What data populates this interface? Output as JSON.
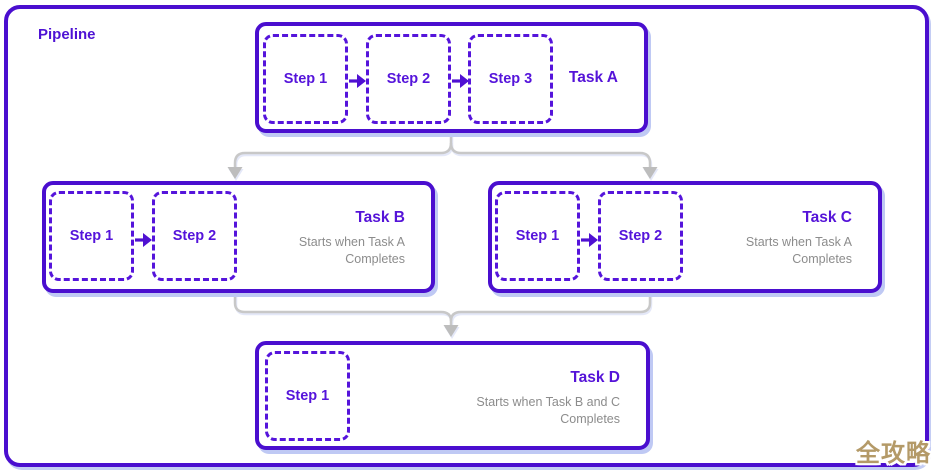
{
  "diagram": {
    "title": "Pipeline",
    "type": "pipeline-flowchart",
    "tasks": [
      {
        "label": "Task A",
        "steps": [
          "Step 1",
          "Step 2",
          "Step 3"
        ],
        "subtitle": []
      },
      {
        "label": "Task B",
        "steps": [
          "Step 1",
          "Step 2"
        ],
        "subtitle": [
          "Starts when Task A",
          "Completes"
        ]
      },
      {
        "label": "Task C",
        "steps": [
          "Step 1",
          "Step 2"
        ],
        "subtitle": [
          "Starts when Task A",
          "Completes"
        ]
      },
      {
        "label": "Task D",
        "steps": [
          "Step 1"
        ],
        "subtitle": [
          "Starts when Task B and C",
          "Completes"
        ]
      }
    ],
    "edges": [
      {
        "from": "Task A",
        "to": "Task B"
      },
      {
        "from": "Task A",
        "to": "Task C"
      },
      {
        "from": "Task B",
        "to": "Task D"
      },
      {
        "from": "Task C",
        "to": "Task D"
      }
    ],
    "colors": {
      "border_purple": "#4A0ECF",
      "step_purple": "#5514DB",
      "title_purple": "#5513D8",
      "connector_gray": "#C8C8C8",
      "arrowhead_gray": "#BDBDBD",
      "subtitle_gray": "#8C8C8C",
      "shadow_lavender": "#BFC9F4",
      "watermark_gold": "#B49A68"
    },
    "watermark": "全攻略"
  }
}
